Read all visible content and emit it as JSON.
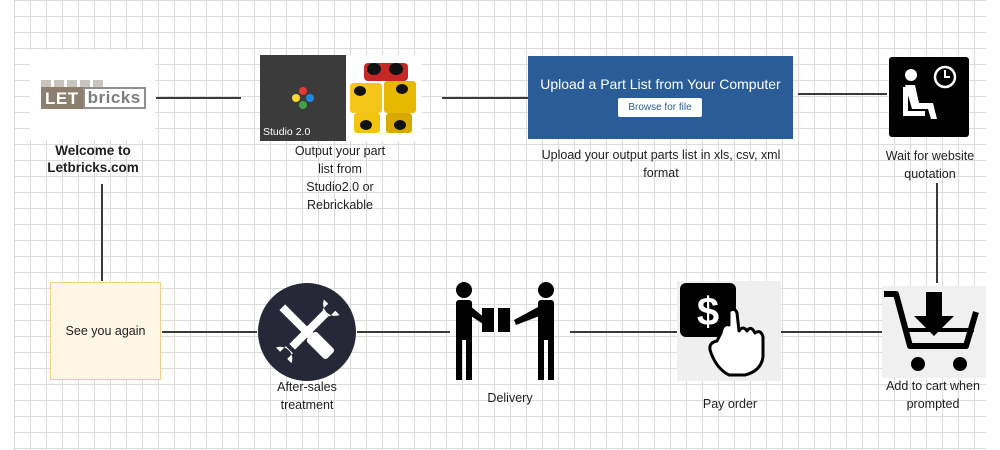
{
  "logo": {
    "let": "LET",
    "bricks": "bricks"
  },
  "steps": {
    "welcome": "Welcome to\nLetbricks.com",
    "studio_tile": "Studio 2.0",
    "output": "Output your part\nlist from\nStudio2.0 or\nRebrickable",
    "upload_title": "Upload a Part List from Your Computer",
    "browse_button": "Browse for file",
    "upload_caption": "Upload your output parts list in xls, csv, xml\nformat",
    "wait": "Wait for website\nquotation",
    "cart": "Add to cart when\nprompted",
    "pay": "Pay order",
    "delivery": "Delivery",
    "after_sales": "After-sales\ntreatment",
    "see_you": "See you again"
  },
  "icons": {
    "studio": "studio-logo-icon",
    "bricks": "lego-bricks-icon",
    "wait": "waiting-person-clock-icon",
    "cart": "add-to-cart-icon",
    "pay": "dollar-hand-tap-icon",
    "delivery": "package-handover-icon",
    "after_sales": "wrench-screwdriver-icon"
  },
  "colors": {
    "upload_panel": "#2a5d98",
    "see_you_fill": "#fff6e6",
    "see_you_border": "#f0cf86",
    "tools_circle": "#262838",
    "logo_brown": "#8c7f6e"
  }
}
